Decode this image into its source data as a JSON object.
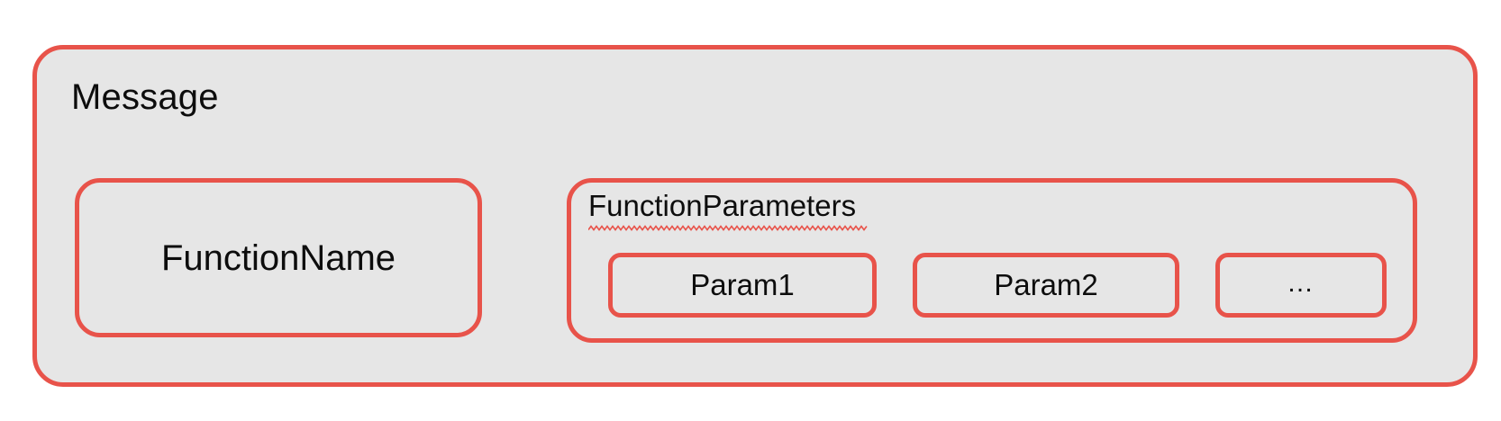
{
  "diagram": {
    "type": "nested-block-diagram",
    "background_color": "#ffffff",
    "box_fill_color": "#e6e6e6",
    "box_stroke_color": "#e8534a",
    "text_color": "#0d0d0d",
    "spellcheck_underline_color": "#e8534a",
    "outer": {
      "label": "Message",
      "children_count": 2
    },
    "function_name": {
      "label": "FunctionName"
    },
    "function_parameters": {
      "label": "FunctionParameters",
      "has_spellcheck_underline": true,
      "params": [
        {
          "label": "Param1"
        },
        {
          "label": "Param2"
        },
        {
          "label": "…"
        }
      ]
    }
  }
}
